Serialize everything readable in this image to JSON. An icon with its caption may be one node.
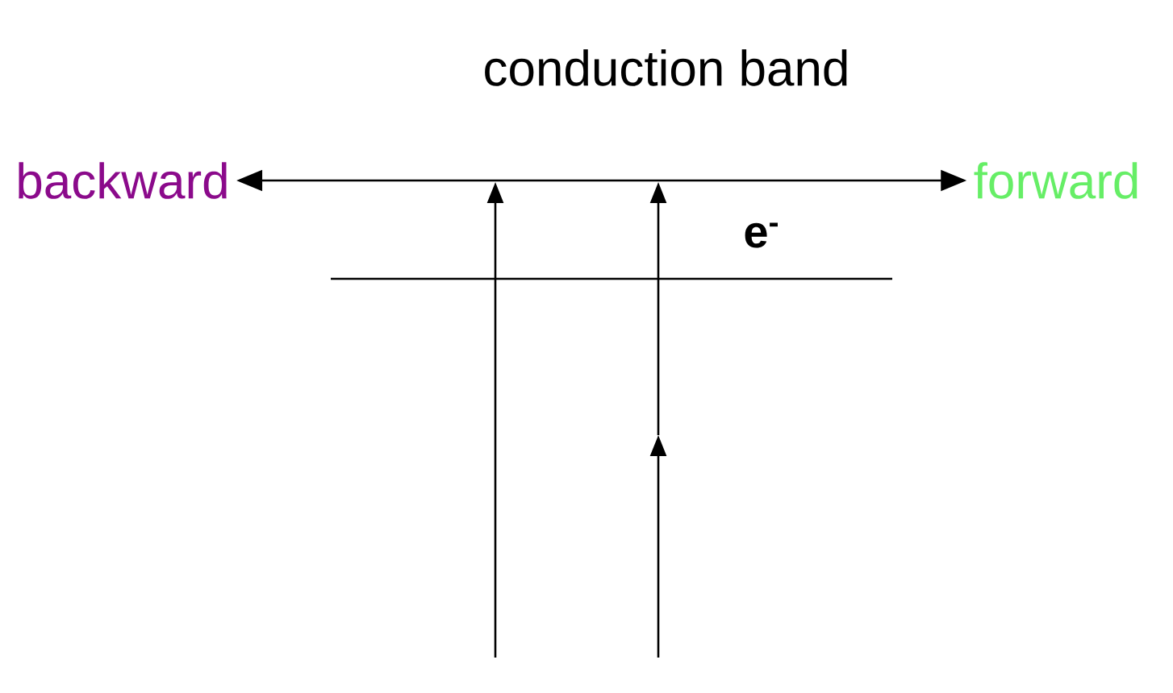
{
  "diagram": {
    "title": "conduction band",
    "nodes": [
      {
        "text": [
          "backward"
        ]
      },
      {
        "text": [
          "forward"
        ]
      }
    ],
    "edges": [
      {
        "from": 0,
        "to": 1,
        "arrow": "both"
      }
    ],
    "labels": [
      "e$^{-}$"
    ]
  }
}
